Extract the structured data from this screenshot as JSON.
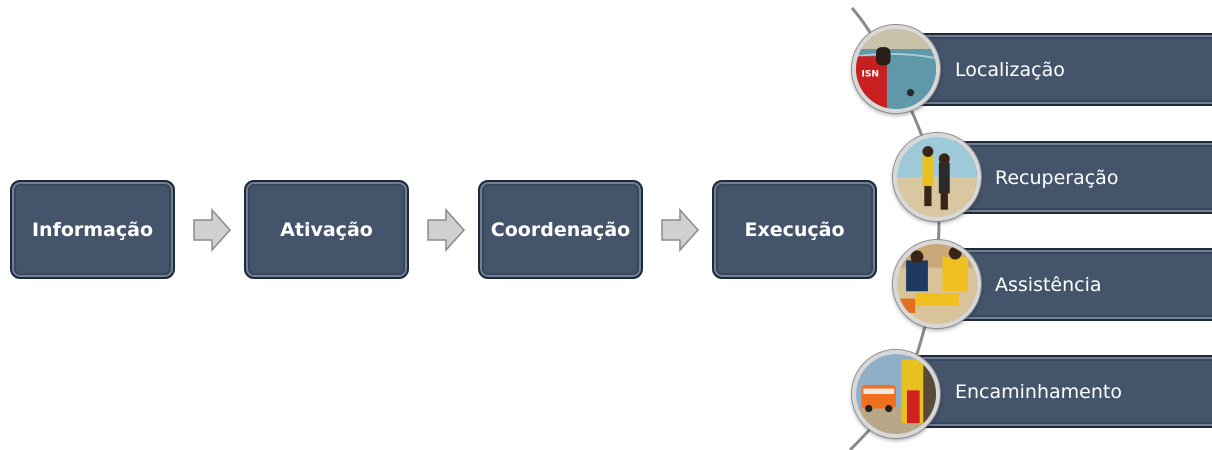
{
  "process": {
    "steps": [
      {
        "label": "Informação"
      },
      {
        "label": "Ativação"
      },
      {
        "label": "Coordenação"
      },
      {
        "label": "Execução"
      }
    ]
  },
  "substeps": [
    {
      "label": "Localização"
    },
    {
      "label": "Recuperação"
    },
    {
      "label": "Assistência"
    },
    {
      "label": "Encaminhamento"
    }
  ],
  "photo_badges": {
    "lifeguard_vest": "ISN"
  },
  "colors": {
    "box_fill": "#44546a",
    "box_border": "#1f2a38",
    "arrow_fill": "#d0d0d0",
    "text": "#ffffff"
  }
}
